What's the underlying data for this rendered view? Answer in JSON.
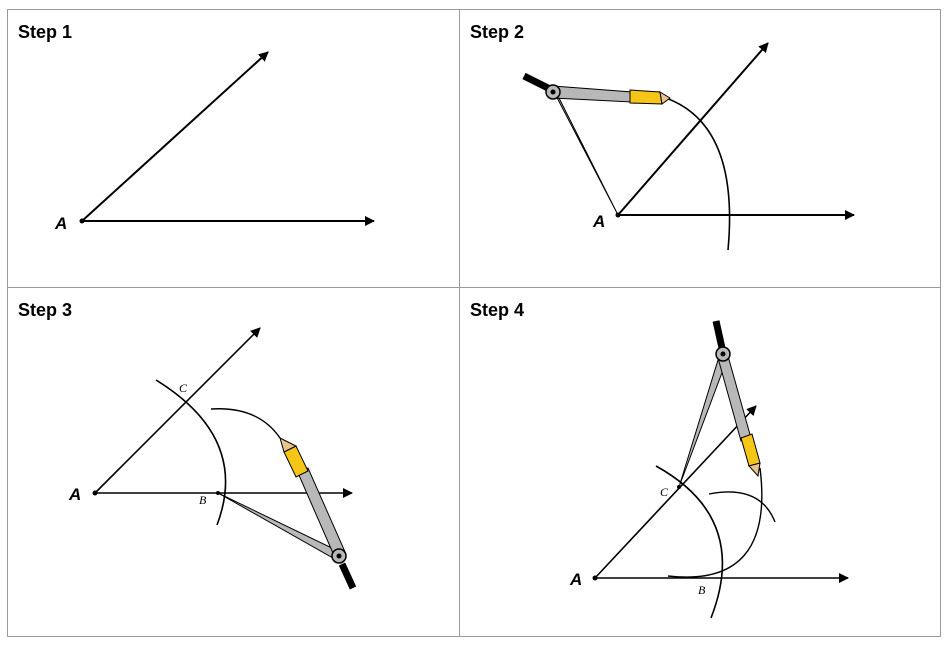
{
  "steps": [
    {
      "label": "Step 1",
      "vertex": "A"
    },
    {
      "label": "Step 2",
      "vertex": "A"
    },
    {
      "label": "Step 3",
      "vertex": "A",
      "points": [
        "C",
        "B"
      ]
    },
    {
      "label": "Step 4",
      "vertex": "A",
      "points": [
        "C",
        "B"
      ]
    }
  ],
  "colors": {
    "ink": "#000000",
    "compass": "#b8b8b8",
    "pencil": "#f5c518",
    "grid": "#9a9a9a"
  }
}
